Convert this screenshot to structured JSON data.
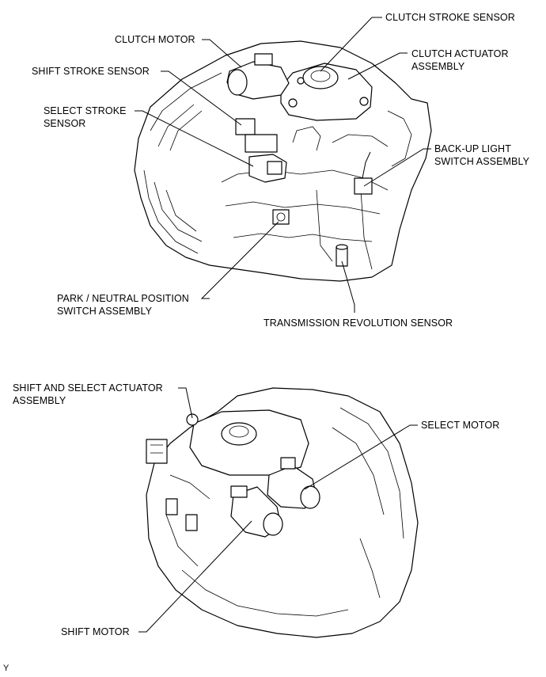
{
  "labels": {
    "clutch_stroke_sensor": "CLUTCH STROKE SENSOR",
    "clutch_motor": "CLUTCH MOTOR",
    "clutch_actuator_assembly": [
      "CLUTCH ACTUATOR",
      "ASSEMBLY"
    ],
    "shift_stroke_sensor": "SHIFT STROKE SENSOR",
    "select_stroke_sensor": [
      "SELECT STROKE",
      "SENSOR"
    ],
    "back_up_light_switch_assembly": [
      "BACK-UP LIGHT",
      "SWITCH ASSEMBLY"
    ],
    "park_neutral_position_switch_assembly": [
      "PARK / NEUTRAL POSITION",
      "SWITCH ASSEMBLY"
    ],
    "transmission_revolution_sensor": "TRANSMISSION REVOLUTION SENSOR",
    "shift_and_select_actuator_assembly": [
      "SHIFT AND SELECT ACTUATOR",
      "ASSEMBLY"
    ],
    "select_motor": "SELECT MOTOR",
    "shift_motor": "SHIFT MOTOR"
  },
  "corner_mark": "Y"
}
